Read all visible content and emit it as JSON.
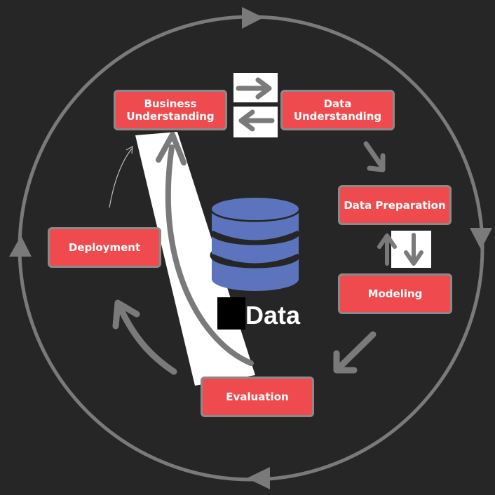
{
  "steps": {
    "business_understanding": "Business\nUnderstanding",
    "data_understanding": "Data\nUnderstanding",
    "data_preparation": "Data Preparation",
    "modeling": "Modeling",
    "evaluation": "Evaluation",
    "deployment": "Deployment"
  },
  "center_label": "Data",
  "colors": {
    "background": "#262626",
    "step_fill": "#ef4b4f",
    "step_border": "#8a8a8a",
    "arrow": "#7a7a7a",
    "database": "#5b74bd"
  },
  "icons": [
    "cycle-ring",
    "database-icon",
    "arrow-icon"
  ]
}
